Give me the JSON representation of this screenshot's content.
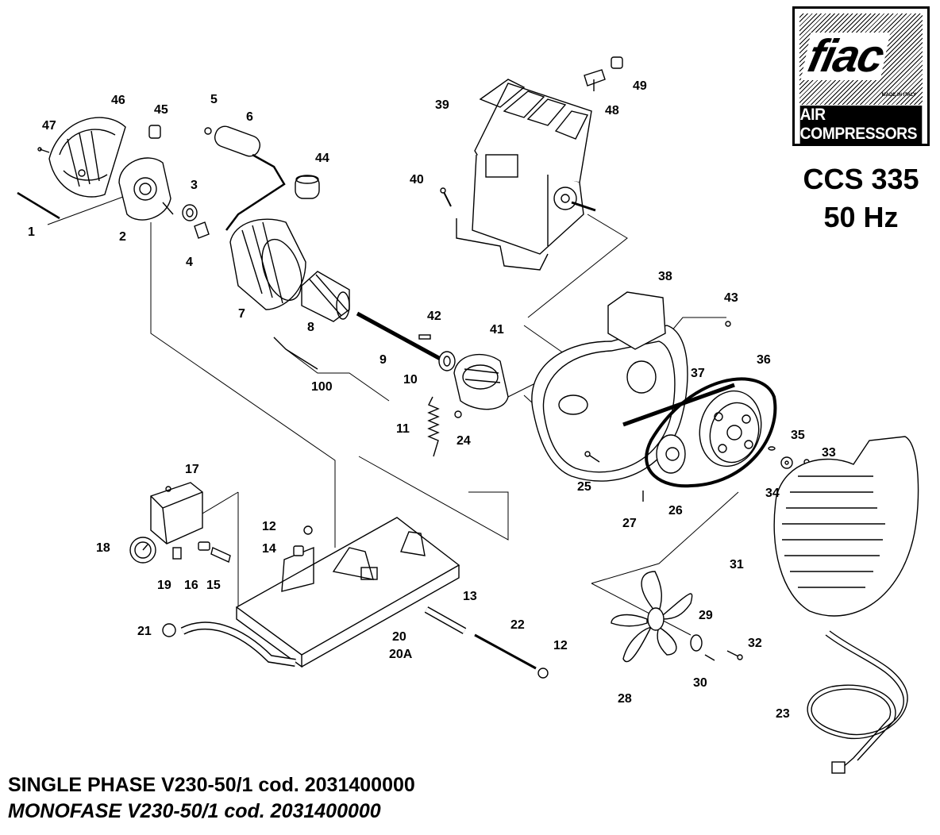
{
  "logo": {
    "brand": "fiac",
    "made_in": "MADE IN ITALY",
    "tagline": "AIR COMPRESSORS"
  },
  "model": {
    "name": "CCS 335",
    "frequency": "50 Hz"
  },
  "footer": {
    "line1": "SINGLE PHASE V230-50/1 cod. 2031400000",
    "line2": "MONOFASE V230-50/1 cod. 2031400000"
  },
  "parts": [
    {
      "id": "1",
      "label": "1"
    },
    {
      "id": "2",
      "label": "2"
    },
    {
      "id": "3",
      "label": "3"
    },
    {
      "id": "4",
      "label": "4"
    },
    {
      "id": "5",
      "label": "5"
    },
    {
      "id": "6",
      "label": "6"
    },
    {
      "id": "7",
      "label": "7"
    },
    {
      "id": "8",
      "label": "8"
    },
    {
      "id": "9",
      "label": "9"
    },
    {
      "id": "10",
      "label": "10"
    },
    {
      "id": "11",
      "label": "11"
    },
    {
      "id": "12a",
      "label": "12"
    },
    {
      "id": "12b",
      "label": "12"
    },
    {
      "id": "13",
      "label": "13"
    },
    {
      "id": "14",
      "label": "14"
    },
    {
      "id": "15",
      "label": "15"
    },
    {
      "id": "16",
      "label": "16"
    },
    {
      "id": "17",
      "label": "17"
    },
    {
      "id": "18",
      "label": "18"
    },
    {
      "id": "19",
      "label": "19"
    },
    {
      "id": "20",
      "label": "20"
    },
    {
      "id": "20A",
      "label": "20A"
    },
    {
      "id": "21",
      "label": "21"
    },
    {
      "id": "22",
      "label": "22"
    },
    {
      "id": "23",
      "label": "23"
    },
    {
      "id": "24",
      "label": "24"
    },
    {
      "id": "25",
      "label": "25"
    },
    {
      "id": "26",
      "label": "26"
    },
    {
      "id": "27",
      "label": "27"
    },
    {
      "id": "28",
      "label": "28"
    },
    {
      "id": "29",
      "label": "29"
    },
    {
      "id": "30",
      "label": "30"
    },
    {
      "id": "31",
      "label": "31"
    },
    {
      "id": "32",
      "label": "32"
    },
    {
      "id": "33",
      "label": "33"
    },
    {
      "id": "34",
      "label": "34"
    },
    {
      "id": "35",
      "label": "35"
    },
    {
      "id": "36",
      "label": "36"
    },
    {
      "id": "37",
      "label": "37"
    },
    {
      "id": "38",
      "label": "38"
    },
    {
      "id": "39",
      "label": "39"
    },
    {
      "id": "40",
      "label": "40"
    },
    {
      "id": "41",
      "label": "41"
    },
    {
      "id": "42",
      "label": "42"
    },
    {
      "id": "43",
      "label": "43"
    },
    {
      "id": "44",
      "label": "44"
    },
    {
      "id": "45",
      "label": "45"
    },
    {
      "id": "46",
      "label": "46"
    },
    {
      "id": "47",
      "label": "47"
    },
    {
      "id": "48",
      "label": "48"
    },
    {
      "id": "49",
      "label": "49"
    },
    {
      "id": "100",
      "label": "100"
    }
  ]
}
